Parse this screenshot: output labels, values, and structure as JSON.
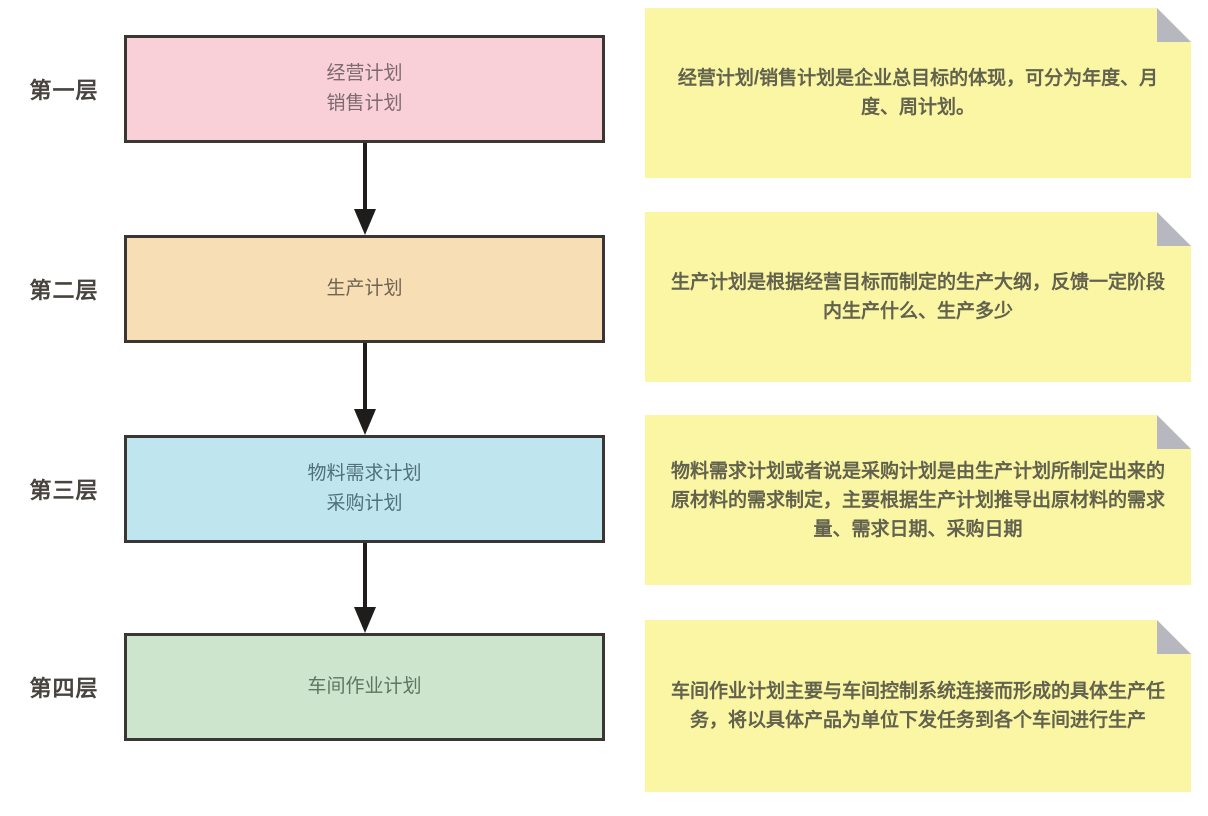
{
  "colors": {
    "background": "#ffffff",
    "box_border": "#3a3633",
    "arrow": "#1f1d1b",
    "note_fill": "#fbf6a4",
    "note_fold": "#b7b7bf",
    "tier1_fill": "#f9d0d7",
    "tier2_fill": "#f8deb4",
    "tier3_fill": "#bfe6ee",
    "tier4_fill": "#cde5cd"
  },
  "diagram": {
    "tiers": [
      {
        "layer": "第一层",
        "box_line1": "经营计划",
        "box_line2": "销售计划",
        "note": "经营计划/销售计划是企业总目标的体现，可分为年度、月度、周计划。"
      },
      {
        "layer": "第二层",
        "box_line1": "生产计划",
        "box_line2": "",
        "note": "生产计划是根据经营目标而制定的生产大纲，反馈一定阶段内生产什么、生产多少"
      },
      {
        "layer": "第三层",
        "box_line1": "物料需求计划",
        "box_line2": "采购计划",
        "note": "物料需求计划或者说是采购计划是由生产计划所制定出来的原材料的需求制定，主要根据生产计划推导出原材料的需求量、需求日期、采购日期"
      },
      {
        "layer": "第四层",
        "box_line1": "车间作业计划",
        "box_line2": "",
        "note": "车间作业计划主要与车间控制系统连接而形成的具体生产任务，将以具体产品为单位下发任务到各个车间进行生产"
      }
    ]
  }
}
